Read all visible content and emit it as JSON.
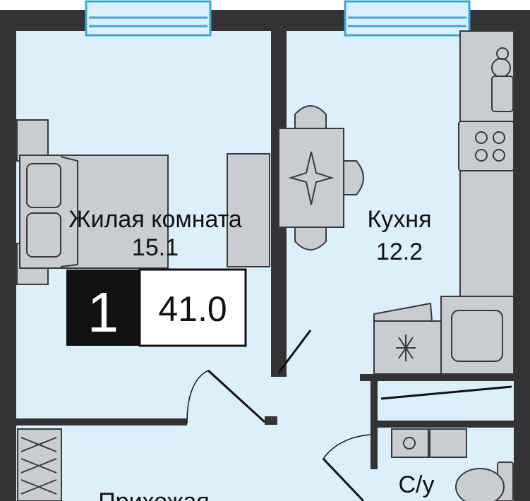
{
  "plan": {
    "rooms_count": "1",
    "total_area": "41.0",
    "rooms": [
      {
        "name": "Жилая комната",
        "area": "15.1"
      },
      {
        "name": "Кухня",
        "area": "12.2"
      },
      {
        "name": "С/у",
        "area": ""
      },
      {
        "name": "Прихожая",
        "area": ""
      }
    ]
  },
  "colors": {
    "wall": "#333335",
    "floor": "#dcf0fb",
    "window": "#3aa7dc",
    "furniture": "#c9cdd1"
  }
}
